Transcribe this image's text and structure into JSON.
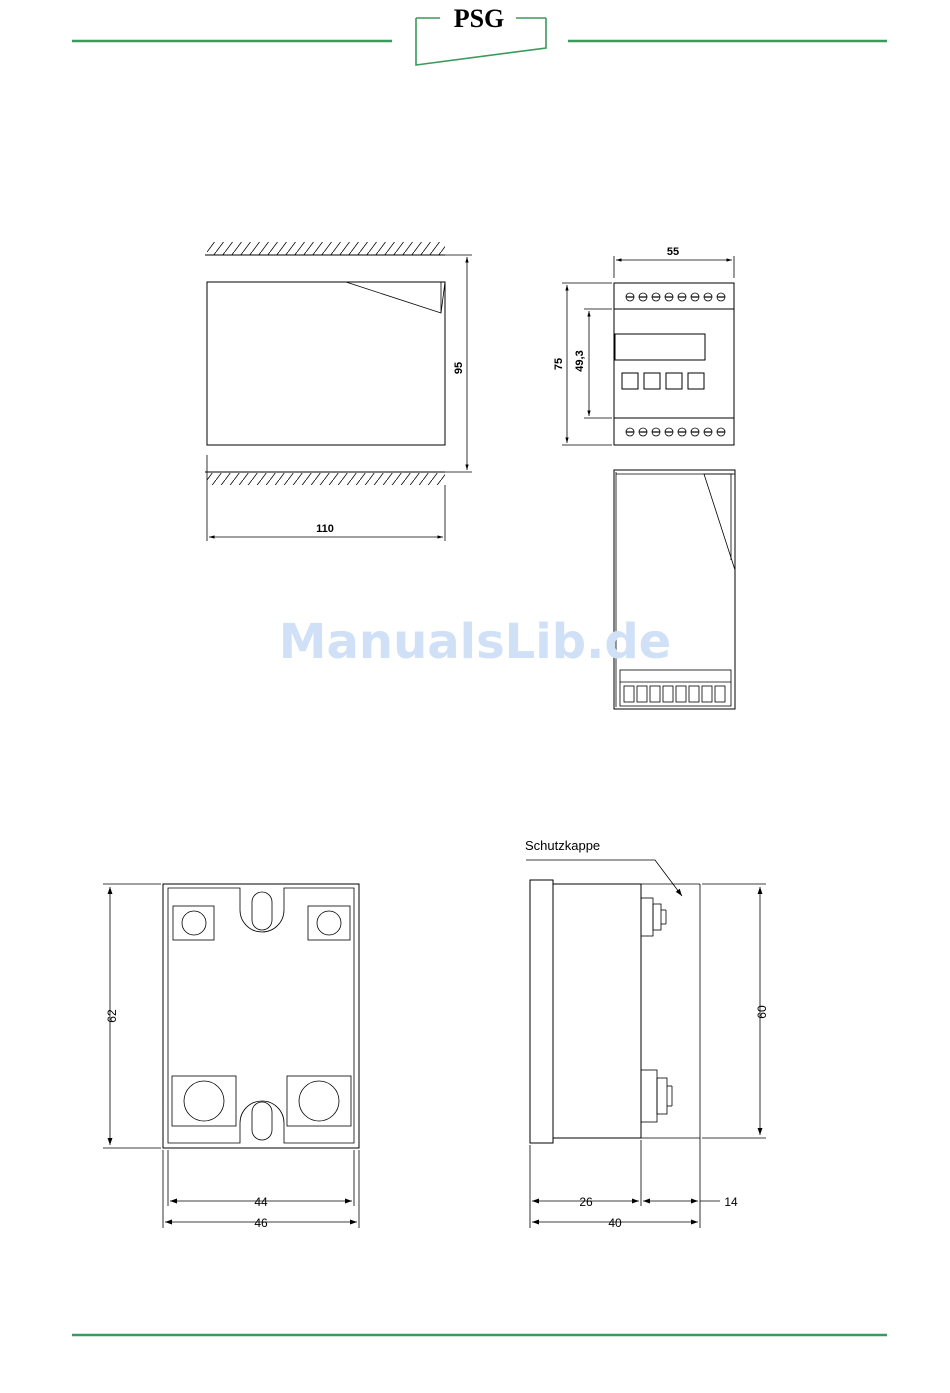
{
  "header": {
    "logo_text": "PSG",
    "rule_color": "#3a9a5b"
  },
  "watermark": {
    "text": "ManualsLib.de",
    "color": "#cfe0f7"
  },
  "drawing_top": {
    "side_view": {
      "height_label": "95",
      "width_label": "110"
    },
    "front_view": {
      "width_label": "55",
      "height_label": "75",
      "inner_height_label": "49,3"
    }
  },
  "drawing_bottom": {
    "bottom_view": {
      "height_label": "62",
      "inner_width_label": "44",
      "outer_width_label": "46"
    },
    "profile_view": {
      "callout_label": "Schutzkappe",
      "height_label": "60",
      "depth_a_label": "26",
      "depth_b_label": "14",
      "depth_total_label": "40"
    }
  },
  "footer": {
    "rule_color": "#3a9a5b"
  }
}
